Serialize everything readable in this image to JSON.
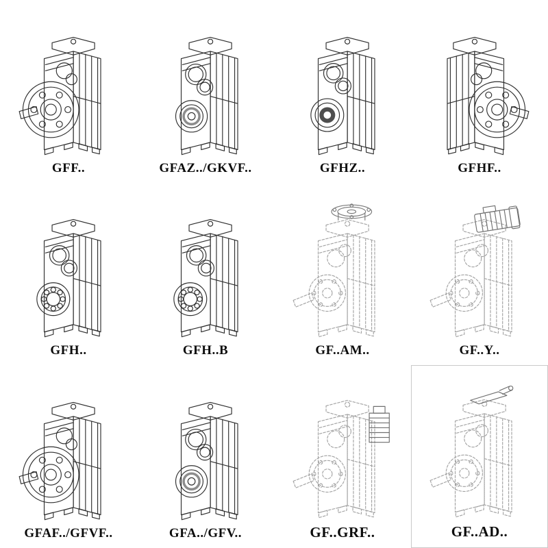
{
  "colors": {
    "background": "#ffffff",
    "solid_line": "#2e2e2e",
    "dashed_line": "#a3a3a3",
    "label_text": "#0c0c0c"
  },
  "grid": {
    "rows": 3,
    "columns": 4,
    "cells": [
      {
        "label": "GFF..",
        "figure": "gearbox-flange-output",
        "line_style": "solid"
      },
      {
        "label": "GFAZ../GKVF..",
        "figure": "gearbox-hollow-shaft",
        "line_style": "solid"
      },
      {
        "label": "GFHZ..",
        "figure": "gearbox-hollow-shaft-shaded",
        "line_style": "solid"
      },
      {
        "label": "GFHF..",
        "figure": "gearbox-flange-output-right",
        "line_style": "solid"
      },
      {
        "label": "GFH..",
        "figure": "gearbox-foot-mounted-bearing",
        "line_style": "solid"
      },
      {
        "label": "GFH..B",
        "figure": "gearbox-foot-mounted-bearing",
        "line_style": "solid"
      },
      {
        "label": "GF..AM..",
        "figure": "gearbox-with-motor-adapter-flange",
        "line_style": "dashed"
      },
      {
        "label": "GF..Y..",
        "figure": "gearbox-with-mounted-motor",
        "line_style": "dashed"
      },
      {
        "label": "GFAF../GFVF..",
        "figure": "gearbox-flange-output",
        "line_style": "solid"
      },
      {
        "label": "GFA../GFV..",
        "figure": "gearbox-hollow-shaft",
        "line_style": "solid"
      },
      {
        "label": "GF..GRF..",
        "figure": "gearbox-with-side-adapter",
        "line_style": "dashed"
      },
      {
        "label": "GF..AD..",
        "figure": "gearbox-with-input-shaft-adapter",
        "line_style": "dashed"
      }
    ]
  }
}
